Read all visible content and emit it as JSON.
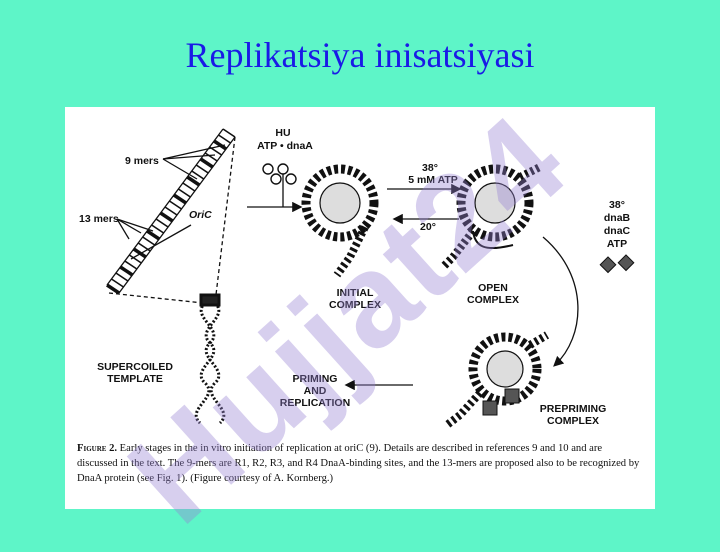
{
  "slide": {
    "title": "Replikatsiya inisatsiyasi"
  },
  "watermark": {
    "text": "Hujjat24"
  },
  "figure": {
    "labels": {
      "nine_mers": "9 mers",
      "thirteen_mers": "13 mers",
      "oric": "OriC",
      "hu": "HU",
      "atp_dnaa": "ATP • dnaA",
      "temp_forward": "38°",
      "atp_conc": "5 mM ATP",
      "temp_reverse": "20°",
      "initial_complex": "INITIAL\nCOMPLEX",
      "open_complex": "OPEN\nCOMPLEX",
      "temp_prepriming": "38°",
      "dnab": "dnaB",
      "dnac": "dnaC",
      "atp": "ATP",
      "supercoiled_template": "SUPERCOILED\nTEMPLATE",
      "priming_replication": "PRIMING\nAND\nREPLICATION",
      "prepriming_complex": "PREPRIMING\nCOMPLEX"
    },
    "caption": {
      "label": "Figure 2.",
      "text": "Early stages in the in vitro initiation of replication at oriC (9). Details are described in references 9 and 10 and are discussed in the text. The 9-mers are R1, R2, R3, and R4 DnaA-binding sites, and the 13-mers are proposed also to be recognized by DnaA protein (see Fig. 1). (Figure courtesy of A. Kornberg.)"
    }
  },
  "colors": {
    "background": "#5ef5c8",
    "title": "#1a1ae6",
    "watermark": "#9682d2"
  }
}
